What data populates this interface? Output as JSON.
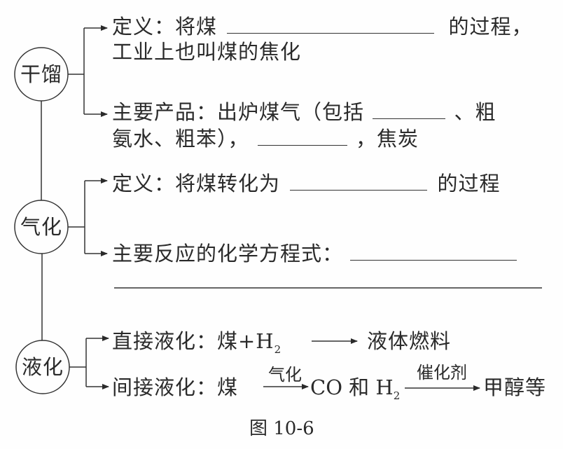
{
  "figure": {
    "caption": "图 10-6",
    "nodes": [
      {
        "label": "干馏",
        "branches": [
          {
            "line1_prefix": "定义：将煤",
            "line1_suffix": "的过程，",
            "line2": "工业上也叫煤的焦化"
          },
          {
            "line1_prefix": "主要产品：出炉煤气（包括",
            "line1_suffix": "、粗",
            "line2_prefix": "氨水、粗苯），",
            "line2_suffix": "，焦炭"
          }
        ]
      },
      {
        "label": "气化",
        "branches": [
          {
            "line1_prefix": "定义：将煤转化为",
            "line1_suffix": "的过程"
          },
          {
            "line1_prefix": "主要反应的化学方程式："
          }
        ]
      },
      {
        "label": "液化",
        "branches": [
          {
            "prefix": "直接液化：煤+H",
            "subscript": "2",
            "product": "液体燃料"
          },
          {
            "prefix": "间接液化：煤",
            "arrow1_label": "气化",
            "middle": "CO 和 H",
            "middle_subscript": "2",
            "arrow2_label": "催化剂",
            "product": "甲醇等"
          }
        ]
      }
    ]
  }
}
